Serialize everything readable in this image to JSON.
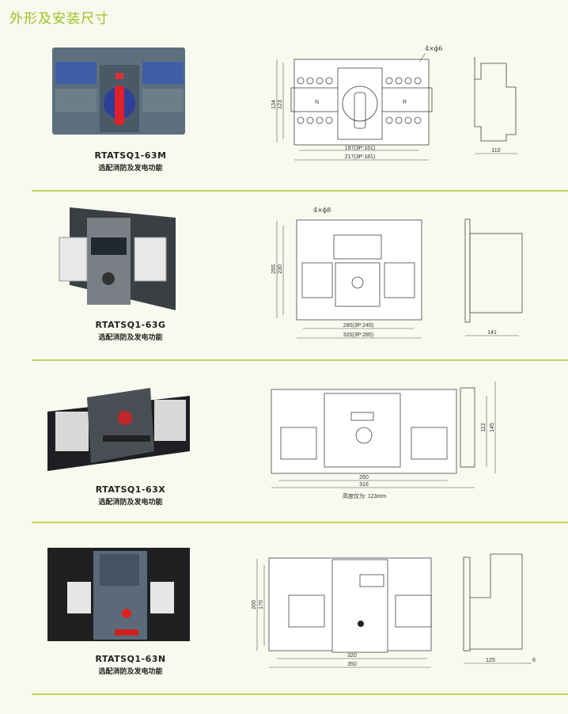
{
  "page_title": "外形及安装尺寸",
  "colors": {
    "accent": "#9cc21c",
    "divider": "#b9d658",
    "background": "#f8f9ef"
  },
  "products": [
    {
      "model": "RTATSQ1-63M",
      "subtitle": "选配消防及发电功能",
      "dims": {
        "holes": "4×ϕ6",
        "height_outer": "134",
        "height_inner": "123",
        "width_inner": "197(3P:161)",
        "width_outer": "217(3P:181)",
        "depth": "110",
        "left_label": "N",
        "right_label": "R"
      }
    },
    {
      "model": "RTATSQ1-63G",
      "subtitle": "选配消防及发电功能",
      "dims": {
        "holes": "4×ϕ8",
        "height_outer": "255",
        "height_inner": "230",
        "width_inner": "280(3P:245)",
        "width_outer": "320(3P:285)",
        "depth": "141"
      }
    },
    {
      "model": "RTATSQ1-63X",
      "subtitle": "选配消防及发电功能",
      "dims": {
        "width_inner": "260",
        "width_outer": "316",
        "height_inner": "112",
        "height_outer": "145",
        "note": "高度仅为: 123mm"
      }
    },
    {
      "model": "RTATSQ1-63N",
      "subtitle": "选配消防及发电功能",
      "dims": {
        "height_outer": "200",
        "height_inner": "170",
        "width_inner": "320",
        "width_outer": "350",
        "depth": "125",
        "offset": "6"
      }
    }
  ]
}
